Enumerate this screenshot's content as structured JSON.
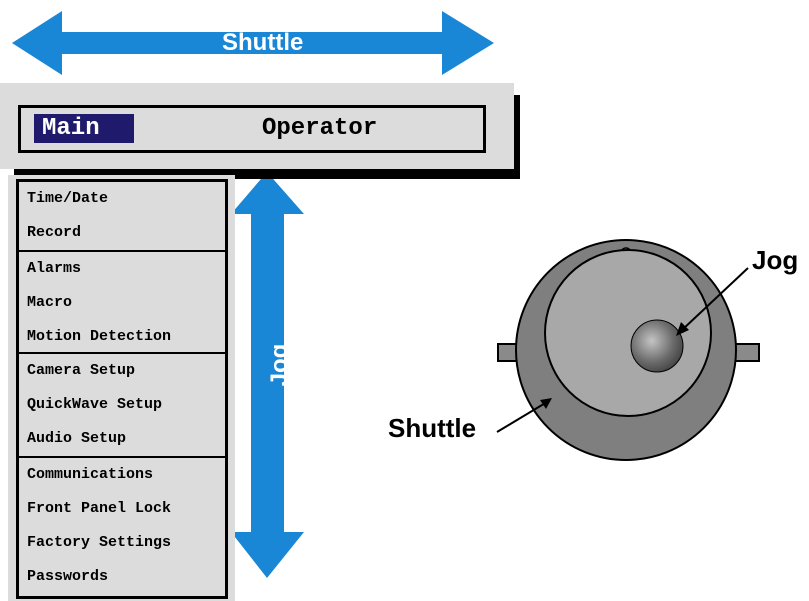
{
  "top_menu": {
    "main_label": "Main",
    "operator_label": "Operator"
  },
  "side_menu": {
    "groups": [
      {
        "items": [
          "Time/Date",
          "Record"
        ]
      },
      {
        "items": [
          "Alarms",
          "Macro",
          "Motion Detection"
        ]
      },
      {
        "items": [
          "Camera Setup",
          "QuickWave Setup",
          "Audio Setup"
        ]
      },
      {
        "items": [
          "Communications",
          "Front Panel Lock",
          "Factory Settings",
          "Passwords"
        ]
      }
    ]
  },
  "arrows": {
    "shuttle_label": "Shuttle",
    "jog_label": "Jog"
  },
  "dial": {
    "jog_label": "Jog",
    "shuttle_label": "Shuttle"
  },
  "colors": {
    "arrow_blue": "#1a86d6",
    "menu_highlight": "#1f1a6b",
    "menu_bg": "#dcdcdc",
    "dial_outer": "#7f7f7f",
    "dial_inner": "#a8a8a8"
  }
}
